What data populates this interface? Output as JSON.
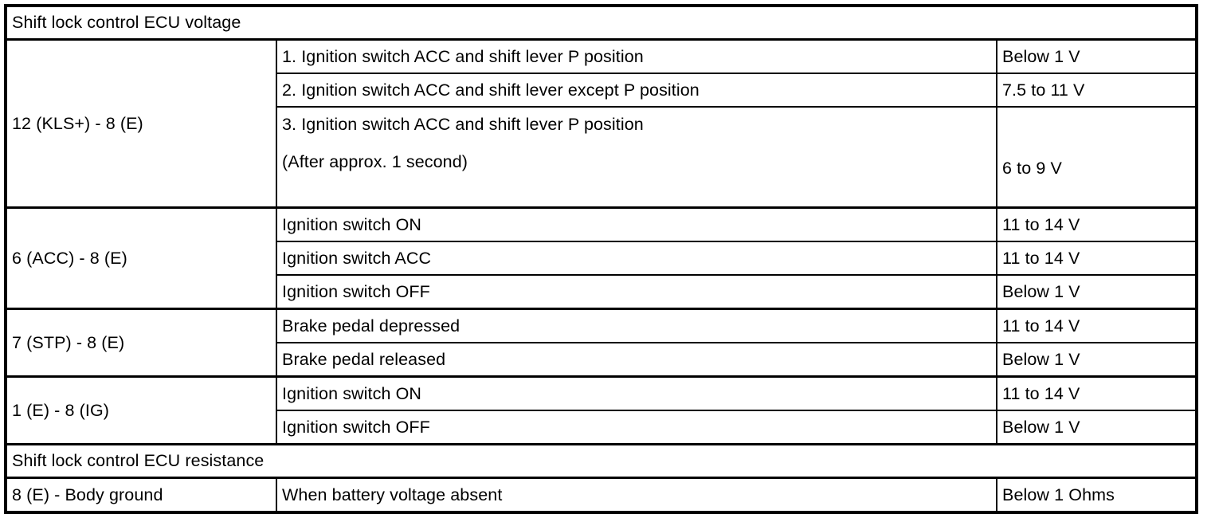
{
  "document": {
    "sections": [
      {
        "banner": "Shift lock control ECU voltage",
        "groups": [
          {
            "terminal": "12 (KLS+) - 8 (E)",
            "rows": [
              {
                "condition": "1. Ignition switch ACC and shift lever P position",
                "condition_extra": "",
                "value": "Below 1 V",
                "tall": false
              },
              {
                "condition": "2. Ignition switch ACC and shift lever except P position",
                "condition_extra": "",
                "value": "7.5 to 11 V",
                "tall": false
              },
              {
                "condition": "3. Ignition switch ACC and shift lever P position",
                "condition_extra": "(After approx. 1 second)",
                "value": "6 to 9 V",
                "tall": true
              }
            ]
          },
          {
            "terminal": "6 (ACC) - 8 (E)",
            "rows": [
              {
                "condition": "Ignition switch ON",
                "condition_extra": "",
                "value": "11 to 14 V",
                "tall": false
              },
              {
                "condition": "Ignition switch ACC",
                "condition_extra": "",
                "value": "11 to 14 V",
                "tall": false
              },
              {
                "condition": "Ignition switch OFF",
                "condition_extra": "",
                "value": "Below 1 V",
                "tall": false
              }
            ]
          },
          {
            "terminal": "7 (STP) - 8 (E)",
            "rows": [
              {
                "condition": "Brake pedal depressed",
                "condition_extra": "",
                "value": "11 to 14 V",
                "tall": false
              },
              {
                "condition": "Brake pedal released",
                "condition_extra": "",
                "value": "Below 1 V",
                "tall": false
              }
            ]
          },
          {
            "terminal": "1 (E) - 8 (IG)",
            "rows": [
              {
                "condition": "Ignition switch ON",
                "condition_extra": "",
                "value": "11 to 14 V",
                "tall": false
              },
              {
                "condition": "Ignition switch OFF",
                "condition_extra": "",
                "value": "Below 1 V",
                "tall": false
              }
            ]
          }
        ]
      },
      {
        "banner": "Shift lock control ECU resistance",
        "groups": [
          {
            "terminal": "8 (E) - Body ground",
            "rows": [
              {
                "condition": "When battery voltage absent",
                "condition_extra": "",
                "value": "Below 1 Ohms",
                "tall": false
              }
            ]
          }
        ]
      }
    ]
  },
  "style": {
    "border_color": "#000000",
    "text_color": "#000000",
    "background_color": "#ffffff"
  }
}
